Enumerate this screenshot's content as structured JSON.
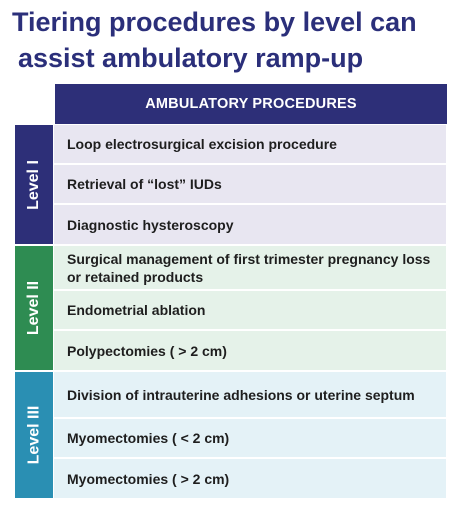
{
  "title": {
    "line1": "Tiering procedures by level can",
    "line2": "assist ambulatory ramp-up"
  },
  "header": "AMBULATORY PROCEDURES",
  "levels": [
    {
      "label": "Level I",
      "band_color": "#2d2f78",
      "row_color": "#e8e6f1",
      "procedures": [
        "Loop electrosurgical excision procedure",
        "Retrieval of “lost” IUDs",
        "Diagnostic hysteroscopy"
      ]
    },
    {
      "label": "Level II",
      "band_color": "#2e8c52",
      "row_color": "#e5f2e9",
      "procedures": [
        "Surgical management of first trimester pregnancy loss or retained products",
        "Endometrial ablation",
        "Polypectomies ( > 2 cm)"
      ]
    },
    {
      "label": "Level III",
      "band_color": "#2a8fb3",
      "row_color": "#e4f2f7",
      "procedures": [
        "Division of intrauterine adhesions or uterine septum",
        "Myomectomies ( < 2 cm)",
        "Myomectomies ( > 2 cm)"
      ]
    }
  ]
}
